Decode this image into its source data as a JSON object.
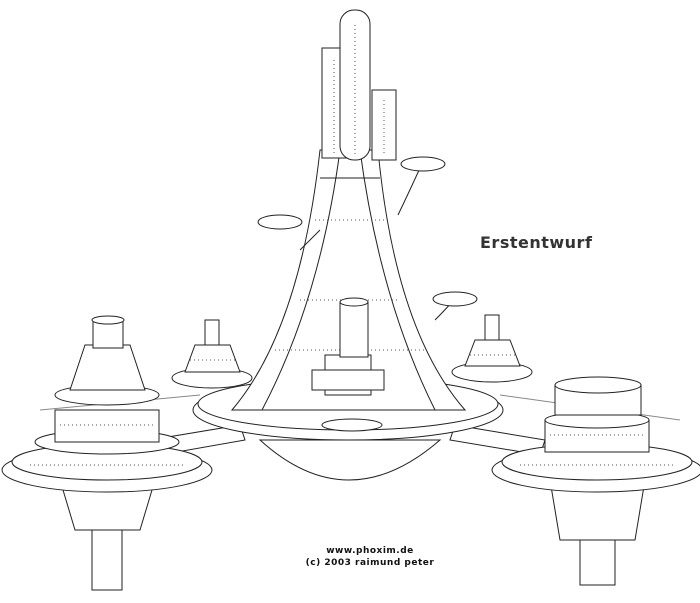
{
  "drawing": {
    "title": "Erstentwurf",
    "credits": {
      "website": "www.phoxim.de",
      "copyright": "(c) 2003 raimund peter"
    }
  }
}
